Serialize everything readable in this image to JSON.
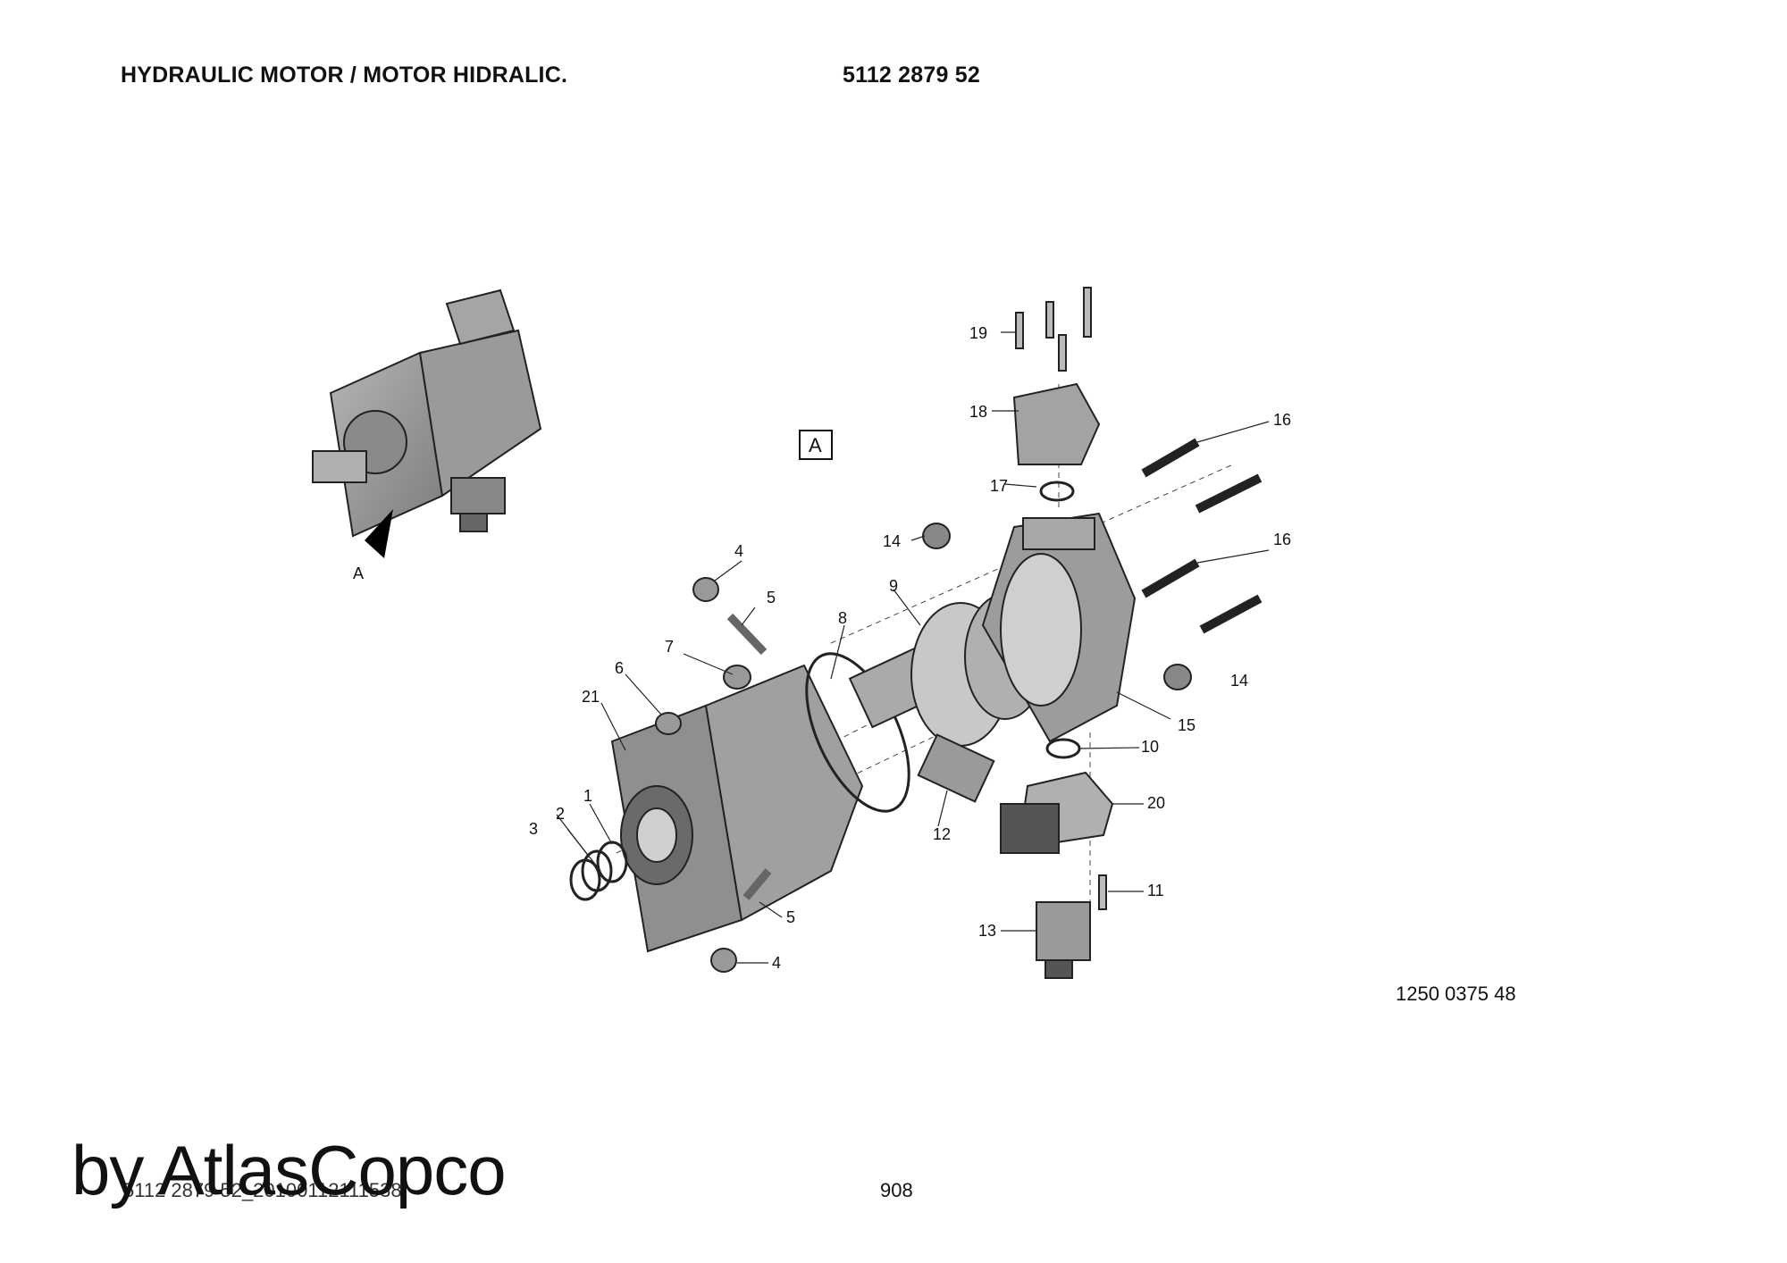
{
  "header": {
    "title": "HYDRAULIC MOTOR / MOTOR HIDRALIC.",
    "part_number": "5112 2879 52"
  },
  "diagram": {
    "view_label": "A",
    "callouts": [
      "1",
      "2",
      "3",
      "4",
      "5",
      "6",
      "7",
      "8",
      "9",
      "10",
      "11",
      "12",
      "13",
      "14",
      "15",
      "16",
      "17",
      "18",
      "19",
      "20",
      "21"
    ],
    "callouts_repeated": [
      "4",
      "5",
      "14",
      "16"
    ],
    "overview_view_marker": "A"
  },
  "drawing_ref": "1250 0375 48",
  "footer": {
    "file_code": "5112 2879 52_20100112111538",
    "page_number": "908"
  },
  "watermark": "by AtlasCopco",
  "colors": {
    "part_fill": "#9a9a9a",
    "part_dark": "#6f6f6f",
    "line": "#222222"
  }
}
